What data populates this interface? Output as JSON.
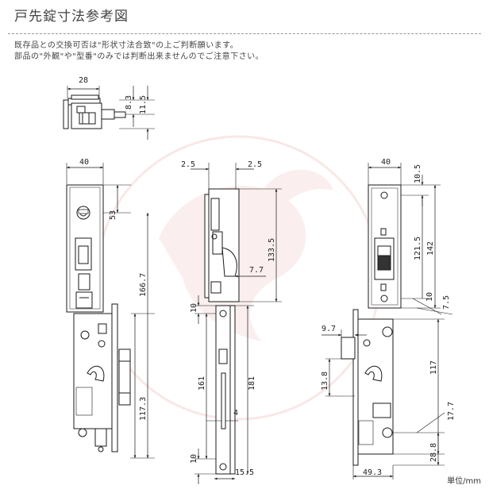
{
  "header": {
    "title": "戸先錠寸法参考図",
    "notes": [
      "既存品との交換可否は\"形状寸法合致\"の上ご判断願います。",
      "部品の\"外観\"や\"型番\"のみでは判断出来ませんのでご注意下さい。"
    ]
  },
  "dimensions": {
    "top_width": "28",
    "top_h1": "8.3",
    "top_h2": "11.5",
    "left_width": "40",
    "left_cyl": "53",
    "left_total": "166.7",
    "left_lower": "117.3",
    "mid_left_offset": "2.5",
    "mid_right_offset": "2.5",
    "mid_height": "133.5",
    "mid_depth": "7.7",
    "mid_top_margin": "10",
    "mid_span": "161",
    "mid_total": "181",
    "mid_slot": "4",
    "mid_bottom_margin": "10",
    "mid_bottom_width": "15.5",
    "right_width": "40",
    "right_top": "10.5",
    "right_h1": "121.5",
    "right_h2": "142",
    "right_gap": "10",
    "right_gap2": "7.5",
    "right_latch": "9.7",
    "right_latch_h": "13.8",
    "right_case": "117",
    "right_case_low": "17.7",
    "right_bottom": "28.8",
    "right_bottom_width": "49.3"
  },
  "unit_label": "単位/mm",
  "colors": {
    "line": "#1a1a1a",
    "watermark": "#f4d6d3",
    "rule": "#9a9a9a"
  }
}
